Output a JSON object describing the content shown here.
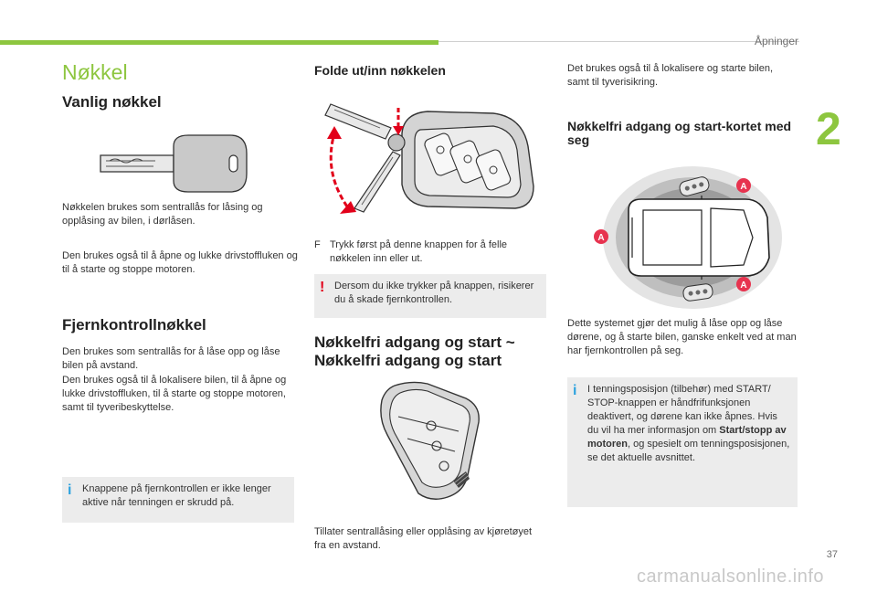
{
  "header": {
    "section": "Åpninger",
    "chapter": "2"
  },
  "footer": {
    "page_number": "37",
    "watermark": "carmanualsonline.info"
  },
  "left": {
    "title": "Nøkkel",
    "h_vanlig": "Vanlig nøkkel",
    "p_vanlig1": "Nøkkelen brukes som sentrallås for låsing og opplåsing av bilen, i dørlåsen.",
    "p_vanlig2": "Den brukes også til å åpne og lukke drivstoffluken og til å starte og stoppe motoren.",
    "h_fjern": "Fjernkontrollnøkkel",
    "p_fjern1": "Den brukes som sentrallås for å låse opp og låse bilen på avstand.",
    "p_fjern2": "Den brukes også til å lokalisere bilen, til å åpne og lukke drivstoffluken, til å starte og stoppe motoren, samt til tyveribeskyttelse.",
    "note_info": "Knappene på fjernkontrollen er ikke lenger aktive når tenningen er skrudd på."
  },
  "middle": {
    "h_folde": "Folde ut/inn nøkkelen",
    "bullet_mark": "F",
    "bullet_text": "Trykk først på denne knappen for å felle nøkkelen inn eller ut.",
    "note_warn": "Dersom du ikke trykker på knappen, risikerer du å skade fjernkontrollen.",
    "h_nokkelfri": "Nøkkelfri adgang og start ~ Nøkkelfri adgang og start",
    "p_tillater": "Tillater sentrallåsing eller opplåsing av kjøretøyet fra en avstand."
  },
  "right": {
    "p_intro": "Det brukes også til å lokalisere og starte bilen, samt til tyverisikring.",
    "h_kortet": "Nøkkelfri adgang og start-kortet med seg",
    "zone_label": "A",
    "p_system": "Dette systemet gjør det mulig å låse opp og låse dørene, og å starte bilen, ganske enkelt ved at man har fjernkontrollen på seg.",
    "note_pre": "I tenningsposisjon (tilbehør) med START/ STOP-knappen er håndfrifunksjonen deaktivert, og dørene kan ikke åpnes. Hvis du vil ha mer informasjon om ",
    "note_bold": "Start/stopp av motoren",
    "note_post": ", og spesielt om tenningsposisjonen, se det aktuelle avsnittet."
  },
  "notes": {
    "info_mark": "i",
    "warn_mark": "!"
  },
  "colors": {
    "accent": "#8dc63f",
    "info": "#2ea3df",
    "warning": "#e2001a",
    "zone": "#e7334f",
    "note_bg": "#ececec"
  }
}
